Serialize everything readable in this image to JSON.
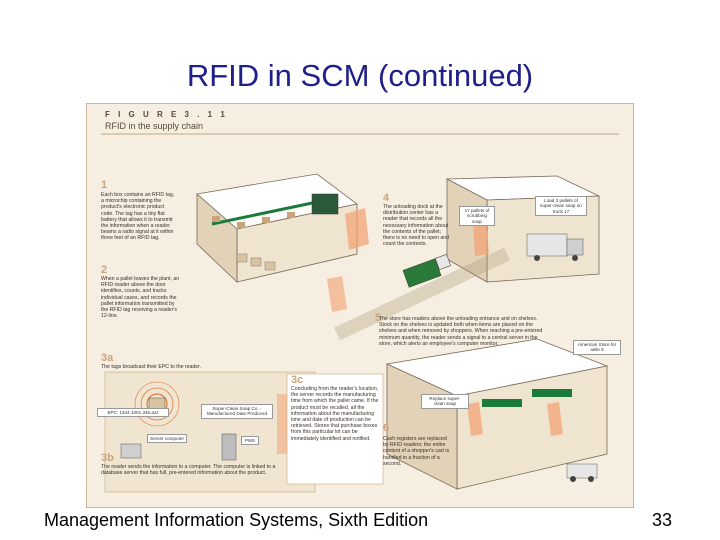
{
  "slide": {
    "title": "RFID in SCM (continued)",
    "footer": "Management Information Systems, Sixth Edition",
    "page_number": "33"
  },
  "figure": {
    "heading": "F I G U R E   3 . 1 1",
    "subtitle": "RFID in the supply chain",
    "steps": [
      {
        "num": "1",
        "text": "Each box contains an RFID tag, a microchip containing the product's electronic product code. The tag has a tiny flat battery that allows it to transmit the information when a reader beams a radio signal at it within three feet of an RFID tag."
      },
      {
        "num": "2",
        "text": "When a pallet leaves the plant, an RFID reader above the door identifies, counts, and tracks individual cases, and records the pallet information transmitted by the RFID tag receiving a reader's 12-line."
      },
      {
        "num": "3a",
        "text": "The tags broadcast their EPC to the reader."
      },
      {
        "num": "3b",
        "text": "The reader sends the information to a computer. The computer is linked to a database server that has full, pre-entered information about the product."
      },
      {
        "num": "3c",
        "text": "Concluding from the reader's location, the server records the manufacturing time from which the pallet came. If the product must be recalled, all the information about the manufacturing time and date of production can be retrieved. Stores that purchase boxes from this particular lot can be immediately identified and notified."
      },
      {
        "num": "4",
        "text": "The unloading dock at the distribution center has a reader that records all the necessary information about the contents of the pallet; there is no need to open and count the contents."
      },
      {
        "num": "5",
        "text": "The store has readers above the unloading entrance and on shelves. Stock on the shelves is updated both when items are placed on the shelves and when removed by shoppers. When reaching a pre-entered minimum quantity, the reader sends a signal to a central server in the store, which alerts an employee's computer monitor."
      },
      {
        "num": "6",
        "text": "Cash registers are replaced by RFID readers; the entire content of a shopper's cart is handled in a fraction of a second."
      }
    ],
    "labels": {
      "pallets_soap": "Load 3 pallets of super-clean soap on truck 17",
      "pallets_stock": "17 pallets of scrubbing soap",
      "epc_code": "EPC: 1344.1001.345.azz",
      "super_clean": "Super-Clean Soap Co. - Manufactured Date Produced",
      "server_computer": "Server computer",
      "pms": "PMS",
      "replace": "Replace super-clean soap",
      "american_store": "American Store for aisle 6"
    }
  }
}
